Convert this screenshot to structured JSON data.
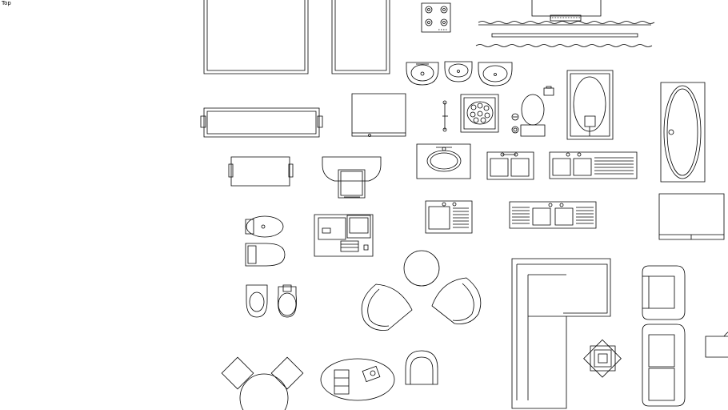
{
  "viewport": {
    "view_label": "Top",
    "background": "#ffffff",
    "line_color": "#000000"
  },
  "blocks": [
    "bed-left",
    "bed-right",
    "gas-cooktop",
    "kitchen-counter-with-stove",
    "kitchen-wall-segment",
    "oval-sink-1",
    "oval-sink-2",
    "oval-sink-3",
    "sofa-3-seat",
    "tv-cabinet",
    "towel-bar",
    "shower-tray",
    "toilet-paper-holder",
    "floor-drain",
    "toilet-top-view",
    "bathtub-oval",
    "bathtub-rect",
    "armchair-front",
    "vanity-sink",
    "double-sink-1",
    "double-sink-with-drainboard",
    "bidet",
    "toilet-front",
    "desk-with-computer",
    "kitchen-sink-drainboard",
    "kitchen-sink-double-drainboard",
    "bed-rect-right",
    "round-table",
    "lounge-chair-left",
    "lounge-chair-right",
    "corner-sofa",
    "armchair-right-1",
    "armchair-right-2",
    "small-toilet-1",
    "small-toilet-2",
    "square-table-ornament",
    "dining-set",
    "oval-coffee-table",
    "tub-chair",
    "partial-chair"
  ]
}
